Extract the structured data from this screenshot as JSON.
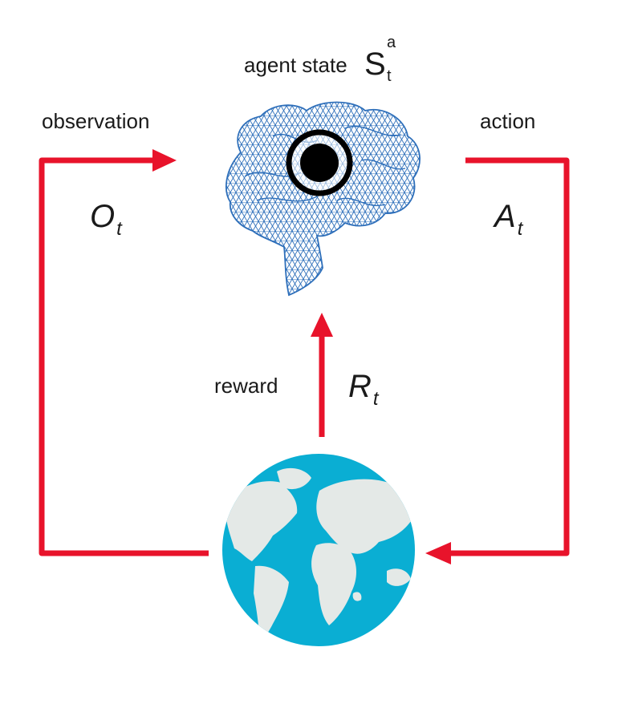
{
  "agent": {
    "title": "agent state",
    "state_symbol": "S",
    "state_superscript": "a",
    "state_subscript": "t"
  },
  "observation": {
    "label": "observation",
    "symbol": "O",
    "subscript": "t"
  },
  "action": {
    "label": "action",
    "symbol": "A",
    "subscript": "t"
  },
  "reward": {
    "label": "reward",
    "symbol": "R",
    "subscript": "t"
  },
  "colors": {
    "arrow": "#e8132b",
    "brain_mesh": "#2e6fba",
    "ocean": "#0aaed3",
    "land": "#e4e9e7",
    "state_marker": "#000000"
  },
  "icons": {
    "agent": "brain-mesh-icon",
    "environment": "globe-icon",
    "state": "target-circle-icon"
  }
}
